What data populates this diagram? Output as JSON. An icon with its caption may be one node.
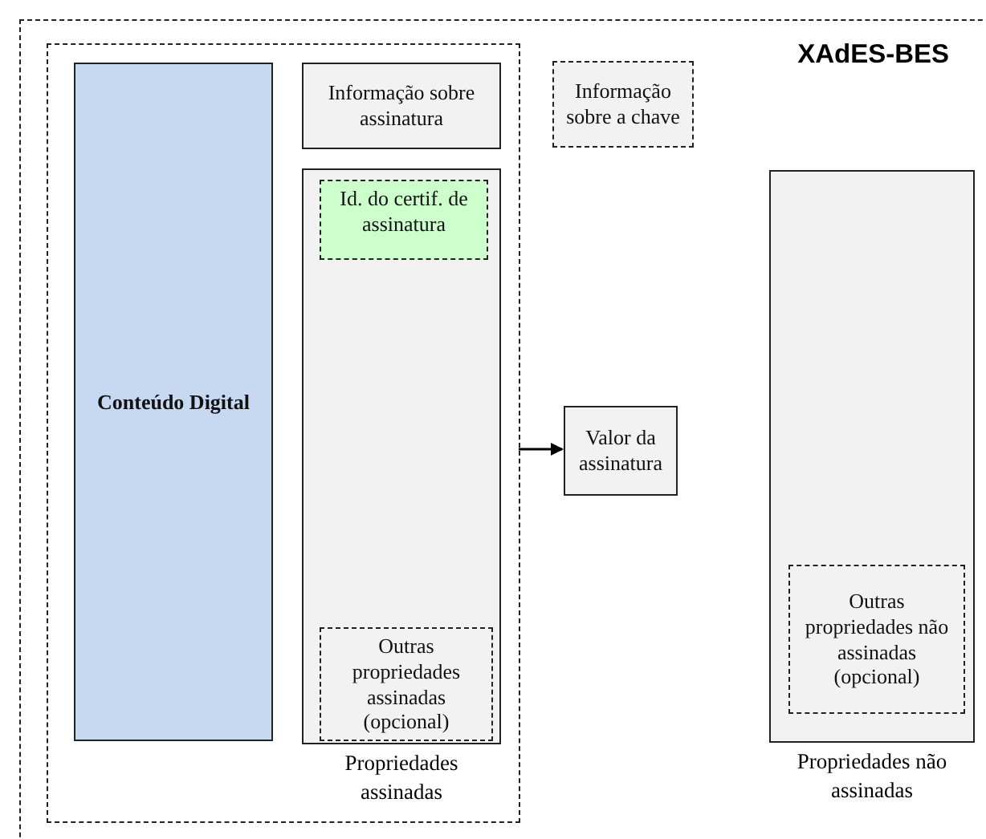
{
  "diagram": {
    "nodes": [
      {
        "text": [
          "XAdES-BES"
        ]
      },
      {
        "text": [],
        "shape": "box",
        "in": 0
      },
      {
        "text": [
          "Conteúdo Digital"
        ],
        "in": 1
      },
      {
        "text": [
          "Informação sobre assinatura"
        ],
        "in": 1
      },
      {
        "text": [
          "Propriedades assinadas"
        ],
        "in": 1
      },
      {
        "text": [
          "Id. do certif. de assinatura"
        ],
        "in": 4
      },
      {
        "text": [
          "Outras propriedades assinadas (opcional)"
        ],
        "in": 4
      },
      {
        "text": [
          "Informação sobre a chave"
        ],
        "in": 0
      },
      {
        "text": [
          "Valor da assinatura"
        ],
        "in": 0
      },
      {
        "text": [
          "Propriedades não assinadas"
        ],
        "in": 0
      },
      {
        "text": [
          "Outras propriedades não assinadas (opcional)"
        ],
        "in": 9
      }
    ],
    "edges": [
      {
        "from": 1,
        "to": 8,
        "arrow": "to"
      }
    ]
  }
}
